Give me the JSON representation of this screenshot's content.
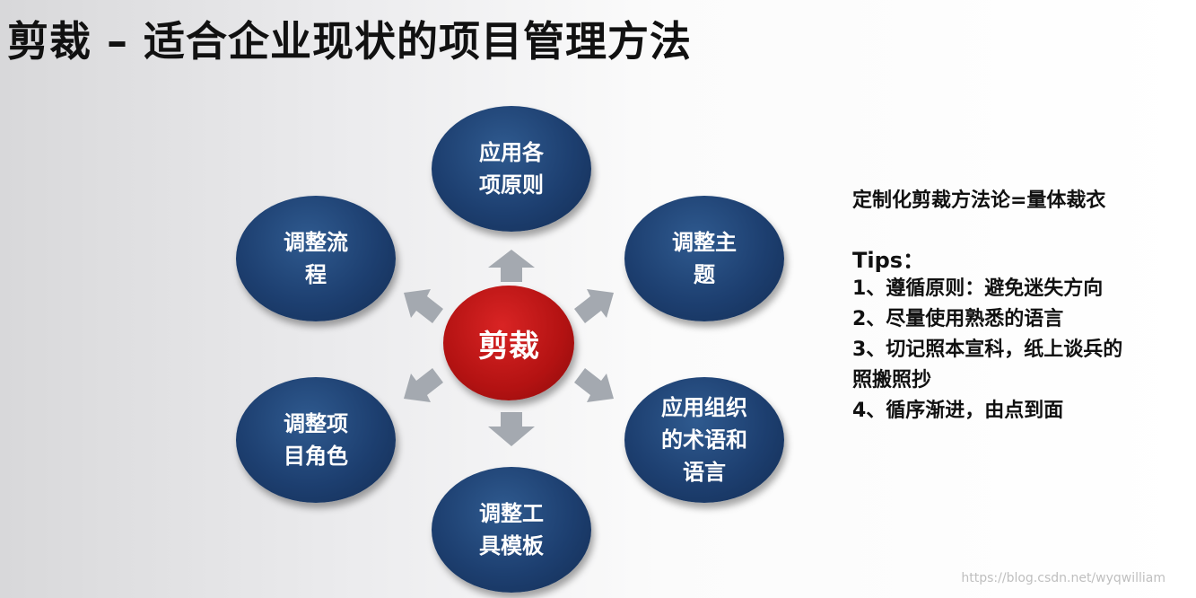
{
  "slide": {
    "title": "剪裁 – 适合企业现状的项目管理方法"
  },
  "diagram": {
    "center": "剪裁",
    "nodes": [
      "应用各\n项原则",
      "调整主\n题",
      "应用组织\n的术语和\n语言",
      "调整工\n具模板",
      "调整项\n目角色",
      "调整流\n程"
    ]
  },
  "info": {
    "heading": "定制化剪裁方法论=量体裁衣",
    "tips_label": "Tips：",
    "tips": [
      "1、遵循原则：避免迷失方向",
      "2、尽量使用熟悉的语言",
      "3、切记照本宣科，纸上谈兵的",
      "照搬照抄",
      "4、循序渐进，由点到面"
    ]
  },
  "watermark": "https://blog.csdn.net/wyqwilliam",
  "colors": {
    "node_blue": "#1d3f70",
    "center_red": "#b31212",
    "arrow_gray": "#a4a9b0"
  }
}
